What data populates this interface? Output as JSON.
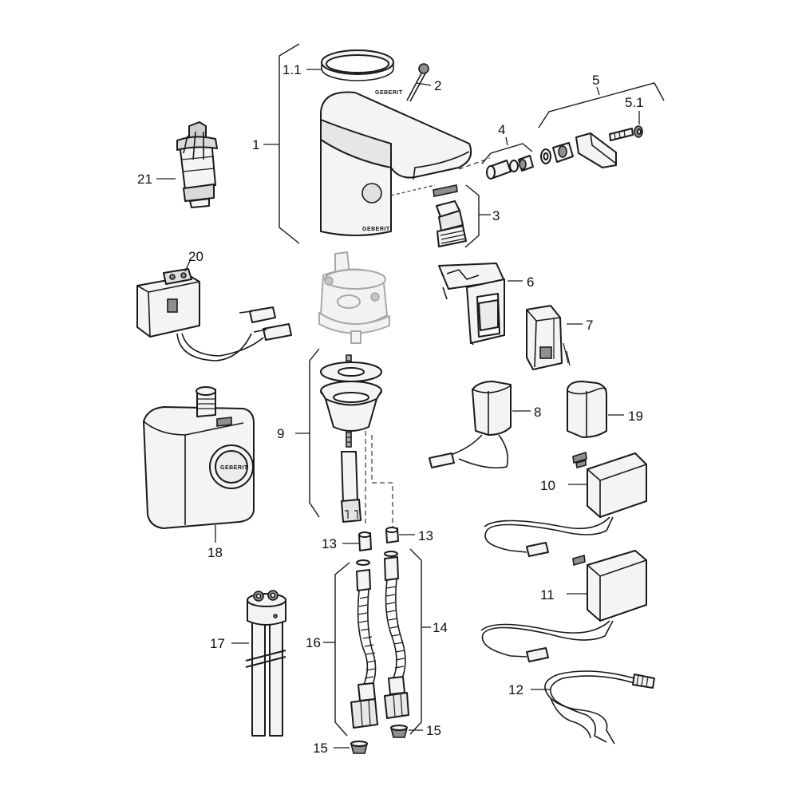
{
  "diagram": {
    "brand_text": "GEBERIT",
    "callouts": [
      {
        "id": "1.1",
        "text": "1.1"
      },
      {
        "id": "2",
        "text": "2"
      },
      {
        "id": "1",
        "text": "1"
      },
      {
        "id": "5",
        "text": "5"
      },
      {
        "id": "5.1",
        "text": "5.1"
      },
      {
        "id": "4",
        "text": "4"
      },
      {
        "id": "3",
        "text": "3"
      },
      {
        "id": "21",
        "text": "21"
      },
      {
        "id": "20",
        "text": "20"
      },
      {
        "id": "6",
        "text": "6"
      },
      {
        "id": "7",
        "text": "7"
      },
      {
        "id": "9",
        "text": "9"
      },
      {
        "id": "8",
        "text": "8"
      },
      {
        "id": "19",
        "text": "19"
      },
      {
        "id": "10",
        "text": "10"
      },
      {
        "id": "18",
        "text": "18"
      },
      {
        "id": "13a",
        "text": "13"
      },
      {
        "id": "13b",
        "text": "13"
      },
      {
        "id": "11",
        "text": "11"
      },
      {
        "id": "17",
        "text": "17"
      },
      {
        "id": "16",
        "text": "16"
      },
      {
        "id": "14",
        "text": "14"
      },
      {
        "id": "12",
        "text": "12"
      },
      {
        "id": "15a",
        "text": "15"
      },
      {
        "id": "15b",
        "text": "15"
      }
    ]
  }
}
